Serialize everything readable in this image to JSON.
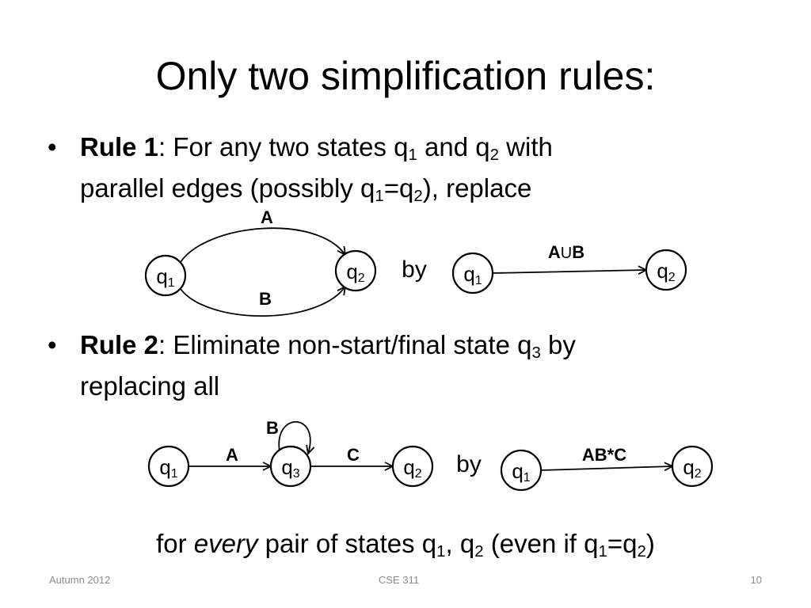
{
  "slide": {
    "title": "Only two simplification rules:",
    "bullet_char": "•"
  },
  "rule1": {
    "heading": "Rule 1",
    "text_a": ":  For any two states q",
    "sub_a": "1",
    "text_b": " and q",
    "sub_b": "2",
    "text_c": " with",
    "line2_a": "parallel edges (possibly q",
    "line2_sub_a": "1",
    "line2_b": "=q",
    "line2_sub_b": "2",
    "line2_c": "), replace"
  },
  "rule2": {
    "heading": "Rule 2",
    "text_a": ": Eliminate non-start/final state q",
    "sub_a": "3",
    "text_b": " by",
    "line2": "replacing all"
  },
  "diagram1": {
    "left": {
      "state_a": "q",
      "state_a_sub": "1",
      "state_b": "q",
      "state_b_sub": "2",
      "edge_top": "A",
      "edge_bottom": "B"
    },
    "by": "by",
    "right": {
      "state_a": "q",
      "state_a_sub": "1",
      "state_b": "q",
      "state_b_sub": "2",
      "edge_label_a": "A",
      "edge_label_union": "U",
      "edge_label_b": "B"
    }
  },
  "diagram2": {
    "left": {
      "state_a": "q",
      "state_a_sub": "1",
      "state_mid": "q",
      "state_mid_sub": "3",
      "state_b": "q",
      "state_b_sub": "2",
      "edge_in": "A",
      "edge_loop": "B",
      "edge_out": "C"
    },
    "by": "by",
    "right": {
      "state_a": "q",
      "state_a_sub": "1",
      "state_b": "q",
      "state_b_sub": "2",
      "edge_label": "AB*C"
    }
  },
  "closing": {
    "text_a": "for ",
    "emph": "every",
    "text_b": " pair of states q",
    "sub_a": "1",
    "text_c": ", q",
    "sub_b": "2",
    "text_d": " (even if q",
    "sub_c": "1",
    "text_e": "=q",
    "sub_d": "2",
    "text_f": ")"
  },
  "footer": {
    "left": "Autumn 2012",
    "center": "CSE 311",
    "page": "10"
  }
}
